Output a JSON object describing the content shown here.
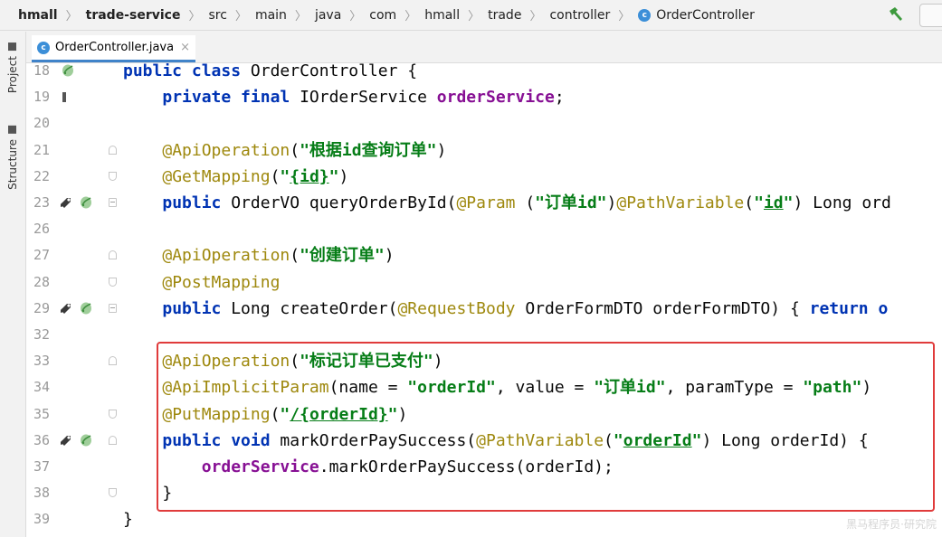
{
  "breadcrumb": {
    "items": [
      "hmall",
      "trade-service",
      "src",
      "main",
      "java",
      "com",
      "hmall",
      "trade",
      "controller"
    ],
    "class_name": "OrderController",
    "class_icon_letter": "c"
  },
  "side_stripe": {
    "project_label": "Project",
    "structure_label": "Structure"
  },
  "editor_tab": {
    "icon_letter": "c",
    "label": "OrderController.java",
    "close_glyph": "×"
  },
  "code_lines": [
    {
      "num": "18",
      "icons": [
        "bean-icon"
      ],
      "fold": "",
      "tokens": [
        {
          "t": "kw",
          "v": "public class "
        },
        {
          "t": "",
          "v": "OrderController {"
        }
      ]
    },
    {
      "num": "19",
      "icons": [
        "field-icon"
      ],
      "fold": "",
      "tokens": [
        {
          "t": "",
          "v": "    "
        },
        {
          "t": "kw",
          "v": "private final "
        },
        {
          "t": "",
          "v": "IOrderService "
        },
        {
          "t": "fld",
          "v": "orderService"
        },
        {
          "t": "",
          "v": ";"
        }
      ]
    },
    {
      "num": "20",
      "icons": [],
      "fold": "",
      "tokens": []
    },
    {
      "num": "21",
      "icons": [],
      "fold": "down",
      "tokens": [
        {
          "t": "",
          "v": "    "
        },
        {
          "t": "ann",
          "v": "@ApiOperation"
        },
        {
          "t": "",
          "v": "("
        },
        {
          "t": "str",
          "v": "\"根据id查询订单\""
        },
        {
          "t": "",
          "v": ")"
        }
      ]
    },
    {
      "num": "22",
      "icons": [],
      "fold": "up",
      "tokens": [
        {
          "t": "",
          "v": "    "
        },
        {
          "t": "ann",
          "v": "@GetMapping"
        },
        {
          "t": "",
          "v": "("
        },
        {
          "t": "str",
          "v": "\""
        },
        {
          "t": "str-u",
          "v": "{id}"
        },
        {
          "t": "str",
          "v": "\""
        },
        {
          "t": "",
          "v": ")"
        }
      ]
    },
    {
      "num": "23",
      "icons": [
        "endpoint-icon",
        "bean-icon"
      ],
      "fold": "plus",
      "tokens": [
        {
          "t": "",
          "v": "    "
        },
        {
          "t": "kw",
          "v": "public "
        },
        {
          "t": "",
          "v": "OrderVO queryOrderById("
        },
        {
          "t": "ann",
          "v": "@Param "
        },
        {
          "t": "",
          "v": "("
        },
        {
          "t": "str",
          "v": "\"订单id\""
        },
        {
          "t": "",
          "v": ")"
        },
        {
          "t": "ann",
          "v": "@PathVariable"
        },
        {
          "t": "",
          "v": "("
        },
        {
          "t": "str",
          "v": "\""
        },
        {
          "t": "str-u",
          "v": "id"
        },
        {
          "t": "str",
          "v": "\""
        },
        {
          "t": "",
          "v": ") Long ord"
        }
      ]
    },
    {
      "num": "26",
      "icons": [],
      "fold": "",
      "tokens": []
    },
    {
      "num": "27",
      "icons": [],
      "fold": "down",
      "tokens": [
        {
          "t": "",
          "v": "    "
        },
        {
          "t": "ann",
          "v": "@ApiOperation"
        },
        {
          "t": "",
          "v": "("
        },
        {
          "t": "str",
          "v": "\"创建订单\""
        },
        {
          "t": "",
          "v": ")"
        }
      ]
    },
    {
      "num": "28",
      "icons": [],
      "fold": "up",
      "tokens": [
        {
          "t": "",
          "v": "    "
        },
        {
          "t": "ann",
          "v": "@PostMapping"
        }
      ]
    },
    {
      "num": "29",
      "icons": [
        "endpoint-icon",
        "bean-icon"
      ],
      "fold": "plus",
      "tokens": [
        {
          "t": "",
          "v": "    "
        },
        {
          "t": "kw",
          "v": "public "
        },
        {
          "t": "",
          "v": "Long createOrder("
        },
        {
          "t": "ann",
          "v": "@RequestBody "
        },
        {
          "t": "",
          "v": "OrderFormDTO orderFormDTO) { "
        },
        {
          "t": "kw",
          "v": "return o"
        }
      ]
    },
    {
      "num": "32",
      "icons": [],
      "fold": "",
      "tokens": []
    },
    {
      "num": "33",
      "icons": [],
      "fold": "down",
      "tokens": [
        {
          "t": "",
          "v": "    "
        },
        {
          "t": "ann",
          "v": "@ApiOperation"
        },
        {
          "t": "",
          "v": "("
        },
        {
          "t": "str",
          "v": "\"标记订单已支付\""
        },
        {
          "t": "",
          "v": ")"
        }
      ]
    },
    {
      "num": "34",
      "icons": [],
      "fold": "",
      "tokens": [
        {
          "t": "",
          "v": "    "
        },
        {
          "t": "ann",
          "v": "@ApiImplicitParam"
        },
        {
          "t": "",
          "v": "(name = "
        },
        {
          "t": "str",
          "v": "\"orderId\""
        },
        {
          "t": "",
          "v": ", value = "
        },
        {
          "t": "str",
          "v": "\"订单id\""
        },
        {
          "t": "",
          "v": ", paramType = "
        },
        {
          "t": "str",
          "v": "\"path\""
        },
        {
          "t": "",
          "v": ")"
        }
      ]
    },
    {
      "num": "35",
      "icons": [],
      "fold": "up",
      "tokens": [
        {
          "t": "",
          "v": "    "
        },
        {
          "t": "ann",
          "v": "@PutMapping"
        },
        {
          "t": "",
          "v": "("
        },
        {
          "t": "str",
          "v": "\""
        },
        {
          "t": "str-u",
          "v": "/{orderId}"
        },
        {
          "t": "str",
          "v": "\""
        },
        {
          "t": "",
          "v": ")"
        }
      ]
    },
    {
      "num": "36",
      "icons": [
        "endpoint-icon",
        "bean-icon"
      ],
      "fold": "down",
      "tokens": [
        {
          "t": "",
          "v": "    "
        },
        {
          "t": "kw",
          "v": "public void "
        },
        {
          "t": "",
          "v": "markOrderPaySuccess("
        },
        {
          "t": "ann",
          "v": "@PathVariable"
        },
        {
          "t": "",
          "v": "("
        },
        {
          "t": "str",
          "v": "\""
        },
        {
          "t": "str-u",
          "v": "orderId"
        },
        {
          "t": "str",
          "v": "\""
        },
        {
          "t": "",
          "v": ") Long orderId) {"
        }
      ]
    },
    {
      "num": "37",
      "icons": [],
      "fold": "",
      "tokens": [
        {
          "t": "",
          "v": "        "
        },
        {
          "t": "fld",
          "v": "orderService"
        },
        {
          "t": "",
          "v": ".markOrderPaySuccess(orderId);"
        }
      ]
    },
    {
      "num": "38",
      "icons": [],
      "fold": "up",
      "tokens": [
        {
          "t": "",
          "v": "    }"
        }
      ]
    },
    {
      "num": "39",
      "icons": [],
      "fold": "",
      "tokens": [
        {
          "t": "",
          "v": "}"
        }
      ]
    }
  ],
  "watermark": "黑马程序员·研究院",
  "colors": {
    "keyword": "#0033b3",
    "annotation": "#9e880d",
    "string": "#067d17",
    "field": "#871094",
    "highlight_border": "#e03b3b",
    "tab_underline": "#4083c9"
  }
}
